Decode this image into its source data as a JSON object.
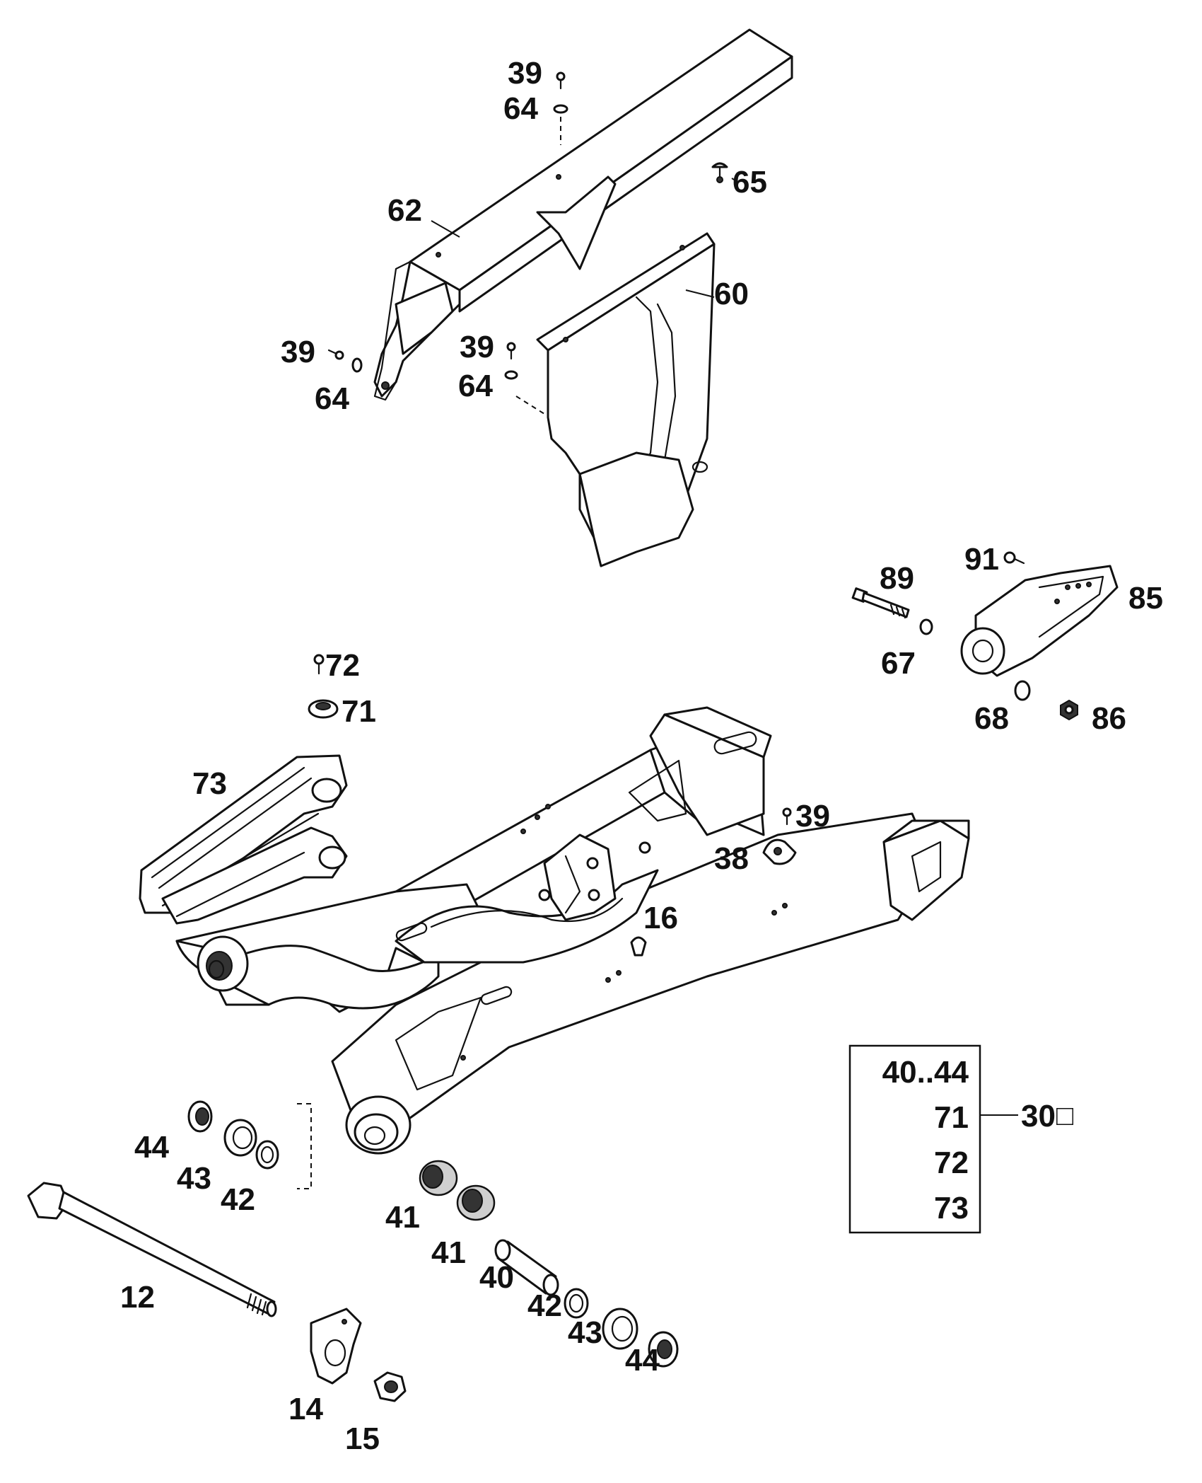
{
  "labels": {
    "l39a": "39",
    "l64a": "64",
    "l65": "65",
    "l62": "62",
    "l60": "60",
    "l39b": "39",
    "l64b": "64",
    "l39c": "39",
    "l64c": "64",
    "l89": "89",
    "l91": "91",
    "l85": "85",
    "l67": "67",
    "l68": "68",
    "l86": "86",
    "l72": "72",
    "l71": "71",
    "l73": "73",
    "l39d": "39",
    "l38": "38",
    "l16": "16",
    "l44a": "44",
    "l43a": "43",
    "l42a": "42",
    "l12": "12",
    "l41a": "41",
    "l41b": "41",
    "l40": "40",
    "l42b": "42",
    "l43b": "43",
    "l44b": "44",
    "l14": "14",
    "l15": "15"
  },
  "kit": {
    "rows": [
      "40..44",
      "71",
      "72",
      "73"
    ],
    "ref": "30",
    "ref_symbol": "□"
  }
}
